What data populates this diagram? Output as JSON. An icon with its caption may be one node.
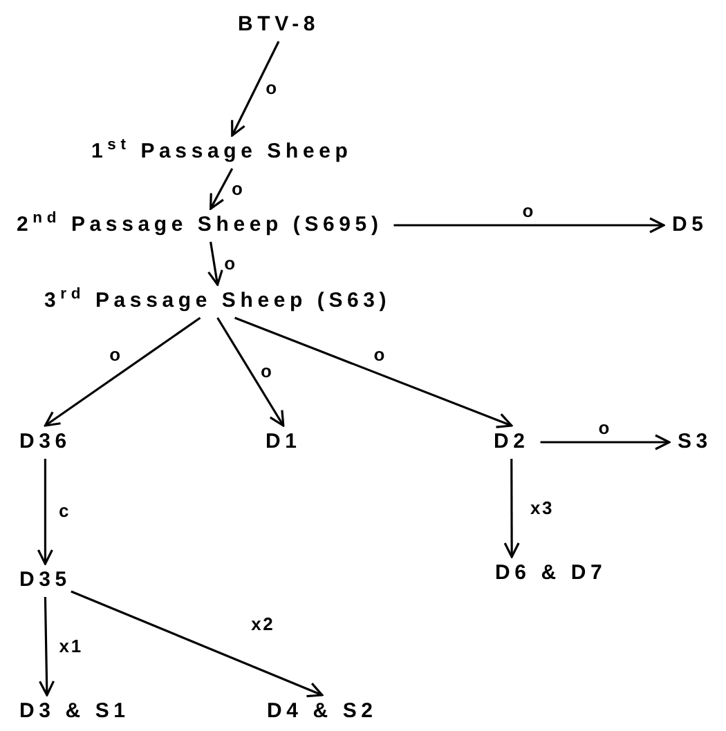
{
  "diagram": {
    "nodes": [
      {
        "text": [
          "BTV-8"
        ]
      },
      {
        "text": [
          "1$^{st}$ Passage Sheep"
        ]
      },
      {
        "text": [
          "2$^{nd}$ Passage Sheep (S695)"
        ]
      },
      {
        "text": [
          "D5"
        ]
      },
      {
        "text": [
          "3$^{rd}$ Passage Sheep (S63)"
        ]
      },
      {
        "text": [
          "D36"
        ]
      },
      {
        "text": [
          "D1"
        ]
      },
      {
        "text": [
          "D2"
        ]
      },
      {
        "text": [
          "S3"
        ]
      },
      {
        "text": [
          "D35"
        ]
      },
      {
        "text": [
          "D6 & D7"
        ]
      },
      {
        "text": [
          "D3 & S1"
        ]
      },
      {
        "text": [
          "D4 & S2"
        ]
      }
    ],
    "edges": [
      {
        "from": 0,
        "to": 1,
        "arrow": "to",
        "label": "o"
      },
      {
        "from": 1,
        "to": 2,
        "arrow": "to",
        "label": "o"
      },
      {
        "from": 2,
        "to": 3,
        "arrow": "to",
        "label": "o"
      },
      {
        "from": 2,
        "to": 4,
        "arrow": "to",
        "label": "o"
      },
      {
        "from": 4,
        "to": 5,
        "arrow": "to",
        "label": "o"
      },
      {
        "from": 4,
        "to": 6,
        "arrow": "to",
        "label": "o"
      },
      {
        "from": 4,
        "to": 7,
        "arrow": "to",
        "label": "o"
      },
      {
        "from": 7,
        "to": 8,
        "arrow": "to",
        "label": "o"
      },
      {
        "from": 5,
        "to": 9,
        "arrow": "to",
        "label": "c"
      },
      {
        "from": 7,
        "to": 10,
        "arrow": "to",
        "label": "x3"
      },
      {
        "from": 9,
        "to": 11,
        "arrow": "to",
        "label": "x1"
      },
      {
        "from": 9,
        "to": 12,
        "arrow": "to",
        "label": "x2"
      }
    ]
  }
}
